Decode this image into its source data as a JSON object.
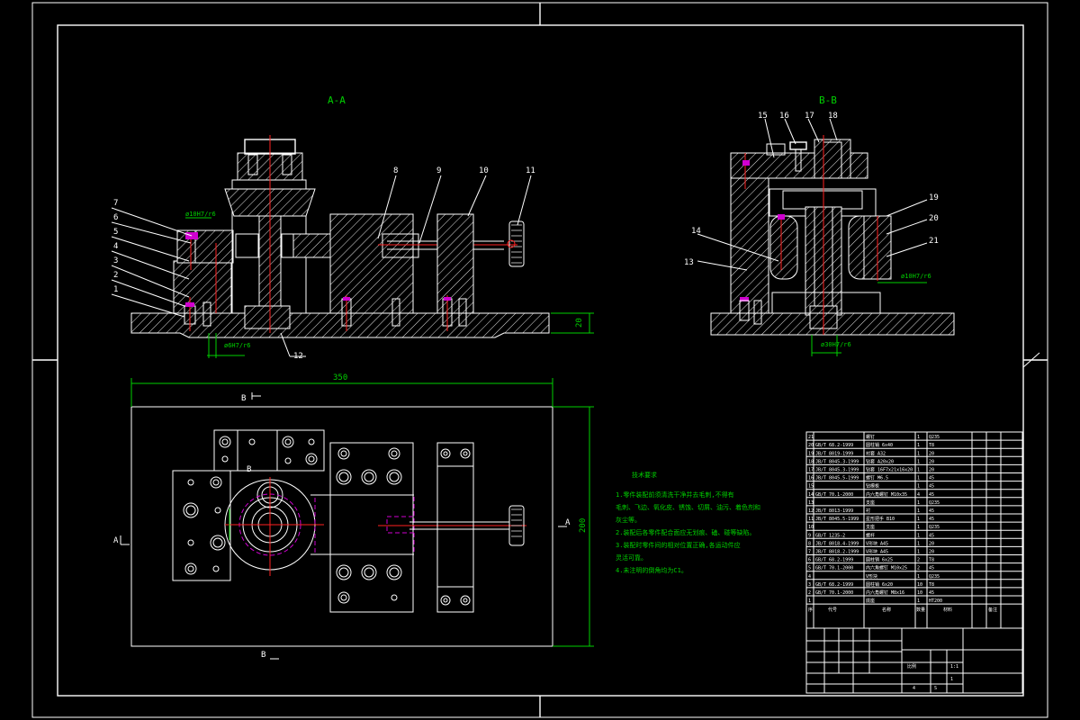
{
  "section_titles": {
    "aa": "A-A",
    "bb": "B-B"
  },
  "callouts_aa": [
    "1",
    "2",
    "3",
    "4",
    "5",
    "6",
    "7",
    "8",
    "9",
    "10",
    "11",
    "12"
  ],
  "callouts_bb": [
    "13",
    "14",
    "15",
    "16",
    "17",
    "18",
    "19",
    "20",
    "21"
  ],
  "fits": {
    "aa_top": "ø10H7/r6",
    "aa_bottom": "ø6H7/r6",
    "bb_right": "ø10H7/r6",
    "bb_bottom": "ø30H7/r6"
  },
  "dimensions": {
    "width": "350",
    "height": "200",
    "base_height": "20"
  },
  "section_marks": {
    "a_left": "A",
    "a_right": "A",
    "b_top": "B",
    "b_bottom": "B",
    "b_inner": "B"
  },
  "tech_requirements": {
    "title": "技术要求",
    "lines": [
      "1.零件装配前须清洗干净并去毛刺,不得有",
      "  毛刺、飞边、氧化皮、锈蚀、切屑、油污、着色剂和",
      "  灰尘等。",
      "2.装配后各零件配合面应无划痕、磕、碰等缺陷。",
      "3.装配时零件间的相对位置正确,各运动件应",
      "  灵活可靠。",
      "4.未注明的倒角均为C1。"
    ]
  },
  "parts_list": {
    "rows": [
      {
        "no": "21",
        "code": "",
        "name": "螺钉",
        "qty": "1",
        "mat": "Q235"
      },
      {
        "no": "20",
        "code": "GB/T 68.2-1999",
        "name": "圆柱销 6x40",
        "qty": "1",
        "mat": "T8"
      },
      {
        "no": "19",
        "code": "JB/T 8019-1999",
        "name": "衬套 A32",
        "qty": "1",
        "mat": "20"
      },
      {
        "no": "18",
        "code": "JB/T 8045.3-1999",
        "name": "钻套 A20x20",
        "qty": "1",
        "mat": "20"
      },
      {
        "no": "17",
        "code": "JB/T 8045.3-1999",
        "name": "钻套 16F7x21x16x20",
        "qty": "1",
        "mat": "20"
      },
      {
        "no": "16",
        "code": "JB/T 8045.5-1999",
        "name": "螺钉 M6.5",
        "qty": "1",
        "mat": "45"
      },
      {
        "no": "15",
        "code": "",
        "name": "钻模板",
        "qty": "1",
        "mat": "45"
      },
      {
        "no": "14",
        "code": "GB/T 70.1-2000",
        "name": "内六角螺钉 M10x35",
        "qty": "4",
        "mat": "45"
      },
      {
        "no": "13",
        "code": "",
        "name": "支座",
        "qty": "1",
        "mat": "Q235"
      },
      {
        "no": "12",
        "code": "JB/T 8013-1999",
        "name": "衬",
        "qty": "1",
        "mat": "45"
      },
      {
        "no": "11",
        "code": "JB/T 8045.5-1999",
        "name": "星形把手 B10",
        "qty": "1",
        "mat": "45"
      },
      {
        "no": "10",
        "code": "",
        "name": "支座",
        "qty": "1",
        "mat": "Q235"
      },
      {
        "no": "9",
        "code": "GB/T 1235-2",
        "name": "螺杆",
        "qty": "1",
        "mat": "45"
      },
      {
        "no": "8",
        "code": "JB/T 8018.4-1999",
        "name": "V形块 A45",
        "qty": "1",
        "mat": "20"
      },
      {
        "no": "7",
        "code": "JB/T 8018.2-1999",
        "name": "V形块 A45",
        "qty": "1",
        "mat": "20"
      },
      {
        "no": "6",
        "code": "GB/T 68.2-1999",
        "name": "圆柱销 6x25",
        "qty": "2",
        "mat": "T8"
      },
      {
        "no": "5",
        "code": "GB/T 70.1-2000",
        "name": "内六角螺钉 M10x25",
        "qty": "2",
        "mat": "45"
      },
      {
        "no": "4",
        "code": "",
        "name": "V形块",
        "qty": "1",
        "mat": "Q235"
      },
      {
        "no": "3",
        "code": "GB/T 68.2-1999",
        "name": "圆柱销 6x20",
        "qty": "10",
        "mat": "T8"
      },
      {
        "no": "2",
        "code": "GB/T 70.1-2000",
        "name": "内六角螺钉 M8x16",
        "qty": "10",
        "mat": "45"
      },
      {
        "no": "1",
        "code": "",
        "name": "底座",
        "qty": "1",
        "mat": "HT200"
      }
    ],
    "header": {
      "no": "序",
      "code": "代号",
      "name": "名称",
      "qty": "数量",
      "mat": "材料",
      "note": "备注"
    }
  },
  "title_block": {
    "scale_label": "比例",
    "scale": "1:1",
    "sheet": "1",
    "qty": "4",
    "mark": "S"
  }
}
